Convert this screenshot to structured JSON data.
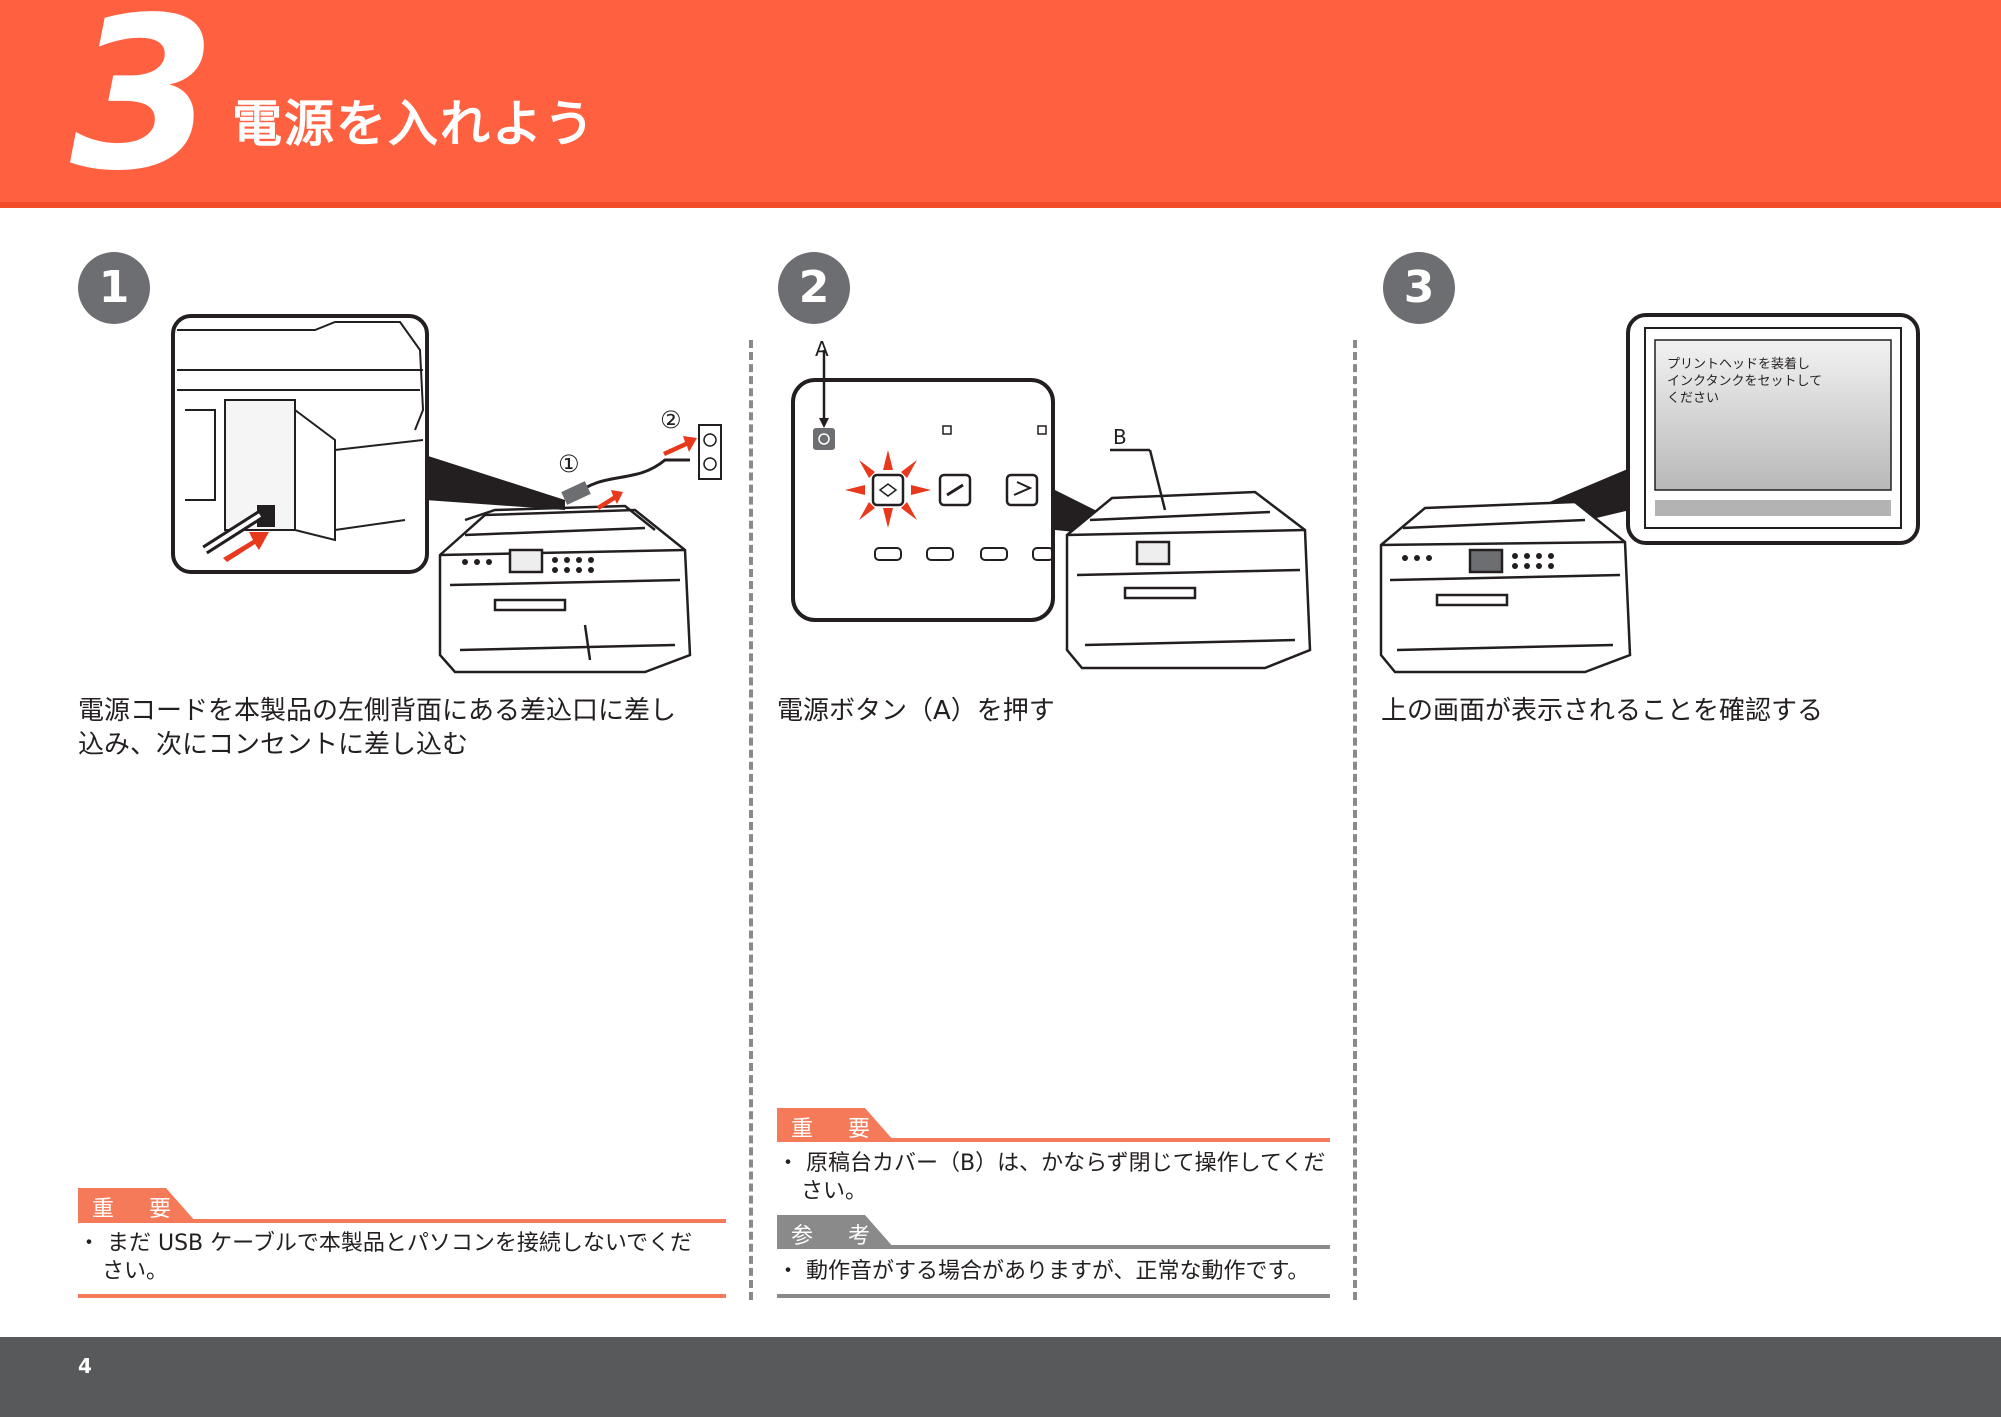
{
  "header": {
    "step_number": "3",
    "title": "電源を入れよう"
  },
  "steps": [
    {
      "number": "1",
      "instruction_line1": "電源コードを本製品の左側背面にある差込口に差し",
      "instruction_line2": "込み、次にコンセントに差し込む",
      "callout_1": "①",
      "callout_2": "②"
    },
    {
      "number": "2",
      "instruction": "電源ボタン（A）を押す",
      "label_a": "A",
      "label_b": "B"
    },
    {
      "number": "3",
      "instruction": "上の画面が表示されることを確認する",
      "screen_line1": "プリントヘッドを装着し",
      "screen_line2": "インクタンクをセットして",
      "screen_line3": "ください"
    }
  ],
  "notes": {
    "step1_important": {
      "label": "重 要",
      "line1": "・ まだ USB ケーブルで本製品とパソコンを接続しないでくだ",
      "line2": "さい。"
    },
    "step2_important": {
      "label": "重 要",
      "line1": "・ 原稿台カバー（B）は、かならず閉じて操作してくだ",
      "line2": "さい。"
    },
    "step2_reference": {
      "label": "参 考",
      "line1": "・ 動作音がする場合がありますが、正常な動作です。"
    }
  },
  "colors": {
    "header": "#ff6040",
    "important": "#f47a5a",
    "reference": "#8a8a8a",
    "footer": "#58595b"
  },
  "footer": {
    "page_number": "4"
  }
}
